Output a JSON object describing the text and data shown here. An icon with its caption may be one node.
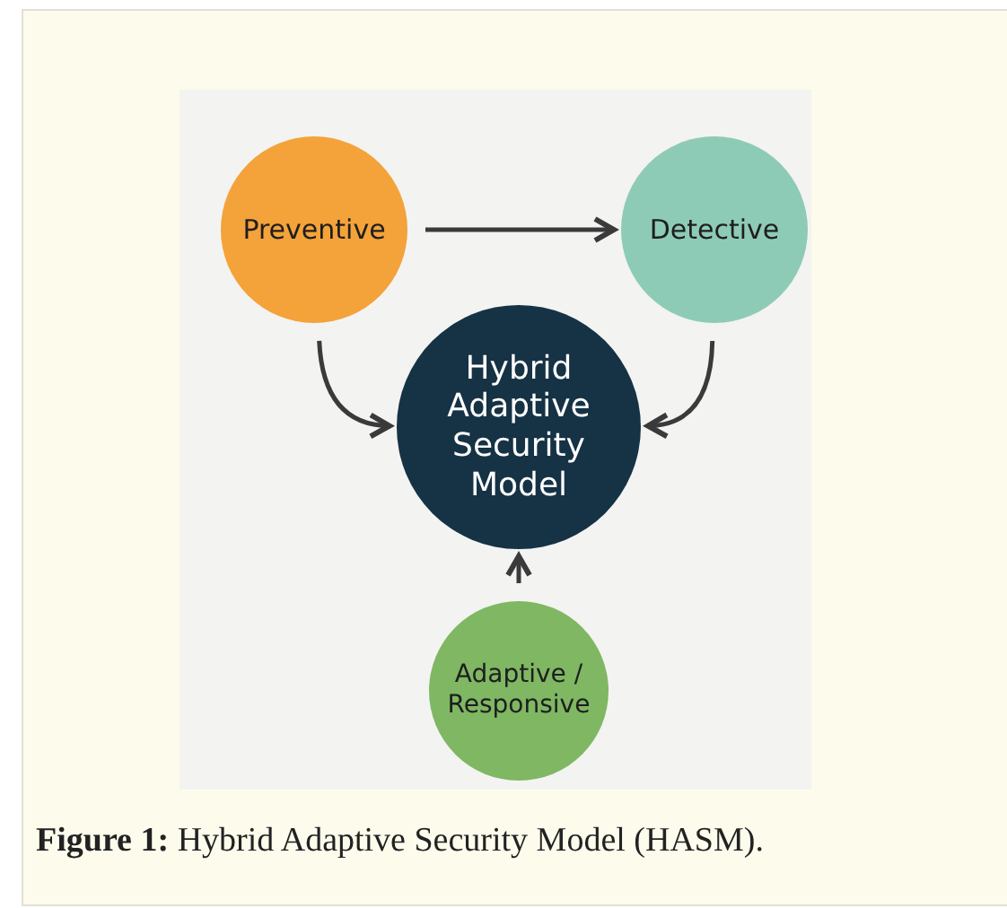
{
  "diagram": {
    "caption": "**Figure 1:** Hybrid Adaptive Security Model (HASM).",
    "nodes": [
      {
        "text": [
          "Preventive"
        ]
      },
      {
        "text": [
          "Detective"
        ]
      },
      {
        "text": [
          "Hybrid Adaptive Security Model"
        ]
      },
      {
        "text": [
          "Adaptive / Responsive"
        ]
      }
    ],
    "edges": [
      {
        "from": 0,
        "to": 1,
        "arrow": "to"
      },
      {
        "from": 0,
        "to": 2,
        "arrow": "to"
      },
      {
        "from": 1,
        "to": 2,
        "arrow": "to"
      },
      {
        "from": 3,
        "to": 2,
        "arrow": "to"
      }
    ]
  }
}
